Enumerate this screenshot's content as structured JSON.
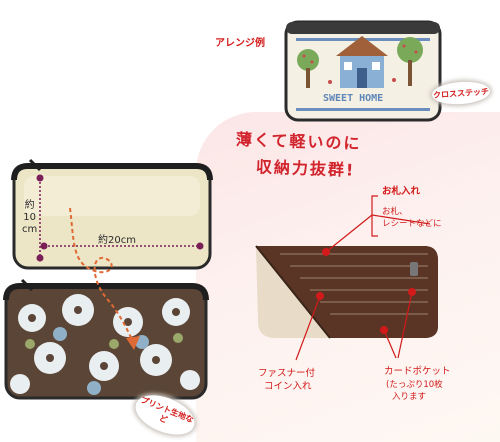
{
  "tags": {
    "arrange_example": "アレンジ例",
    "cross_stitch": "クロスステッチ",
    "print_fabric": "プリント生地など"
  },
  "stitch_text": "SWEET HOME",
  "headline": {
    "line1": "薄くて軽いのに",
    "line2": "収納力抜群!"
  },
  "dimensions": {
    "height_line1": "約",
    "height_line2": "10",
    "height_line3": "cm",
    "width": "約20cm"
  },
  "callouts": {
    "bill_title": "お札入れ",
    "bill_sub1": "お札、",
    "bill_sub2": "レシートなどに",
    "coin_line1": "ファスナー付",
    "coin_line2": "コイン入れ",
    "card_title": "カードポケット",
    "card_sub1": "(たっぷり10枚",
    "card_sub2": "入ります"
  },
  "colors": {
    "accent_red": "#d21a1a",
    "pouch_cream": "#ece5c6",
    "wallet_brown": "#5a3526",
    "wallet_flap": "#e8dcc8",
    "arrow_orange": "#e06a35",
    "dim_purple": "#7a1f57"
  }
}
